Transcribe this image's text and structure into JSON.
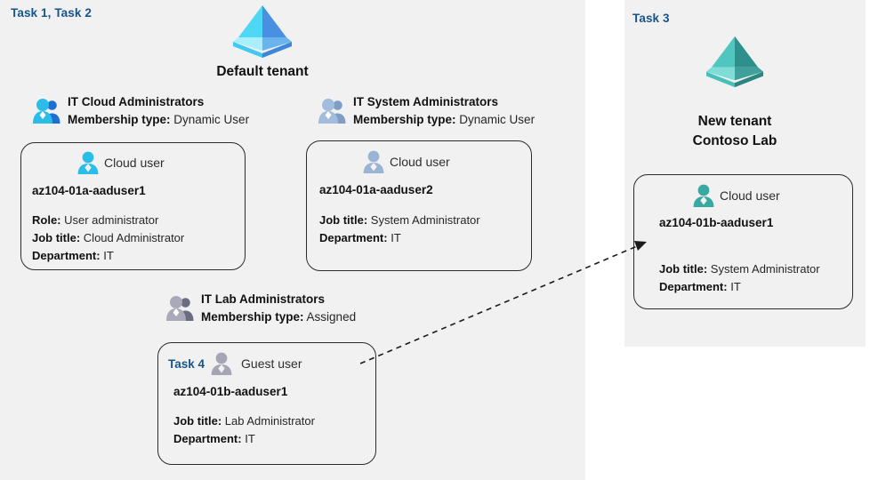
{
  "colors": {
    "panel_bg": "#f1f1f1",
    "task_blue": "#15558c",
    "tenant_cyan": "#4fd8f5",
    "tenant_blue": "#4a90e2",
    "tenant_teal": "#3fb5ad",
    "user_cyan": "#29bde8",
    "user_steel": "#8fa8cc",
    "user_gray": "#9b9bab",
    "user_teal": "#35a8a0",
    "border": "#2b2b2b"
  },
  "left_panel": {
    "task_label": "Task 1, Task 2",
    "tenant": {
      "icon": "azure-tenant-pyramid-icon",
      "title": "Default tenant"
    },
    "groups": [
      {
        "icon": "group-users-icon",
        "name": "IT Cloud Administrators",
        "membership_label": "Membership type:",
        "membership_value": "Dynamic User",
        "user": {
          "icon": "cloud-user-icon",
          "kind": "Cloud user",
          "name": "az104-01a-aaduser1",
          "attrs": [
            {
              "label": "Role:",
              "value": "User administrator"
            },
            {
              "label": "Job title:",
              "value": "Cloud Administrator"
            },
            {
              "label": "Department:",
              "value": "IT"
            }
          ]
        }
      },
      {
        "icon": "group-users-icon",
        "name": "IT System Administrators",
        "membership_label": "Membership type:",
        "membership_value": "Dynamic User",
        "user": {
          "icon": "cloud-user-icon",
          "kind": "Cloud user",
          "name": "az104-01a-aaduser2",
          "attrs": [
            {
              "label": "Job title:",
              "value": "System Administrator"
            },
            {
              "label": "Department:",
              "value": "IT"
            }
          ]
        }
      },
      {
        "icon": "group-users-icon",
        "name": "IT Lab Administrators",
        "membership_label": "Membership type:",
        "membership_value": "Assigned",
        "user": {
          "icon": "guest-user-icon",
          "task_tag": "Task 4",
          "kind": "Guest user",
          "name": "az104-01b-aaduser1",
          "attrs": [
            {
              "label": "Job title:",
              "value": "Lab Administrator"
            },
            {
              "label": "Department:",
              "value": "IT"
            }
          ]
        }
      }
    ]
  },
  "right_panel": {
    "task_label": "Task 3",
    "tenant": {
      "icon": "azure-tenant-pyramid-icon",
      "title_line1": "New  tenant",
      "title_line2": "Contoso Lab"
    },
    "user": {
      "icon": "cloud-user-icon",
      "kind": "Cloud user",
      "name": "az104-01b-aaduser1",
      "attrs": [
        {
          "label": "Job title:",
          "value": "System Administrator"
        },
        {
          "label": "Department:",
          "value": "IT"
        }
      ]
    }
  },
  "connector": {
    "name": "invite-guest-to-new-tenant-arrow",
    "style": "dashed-arrow"
  }
}
